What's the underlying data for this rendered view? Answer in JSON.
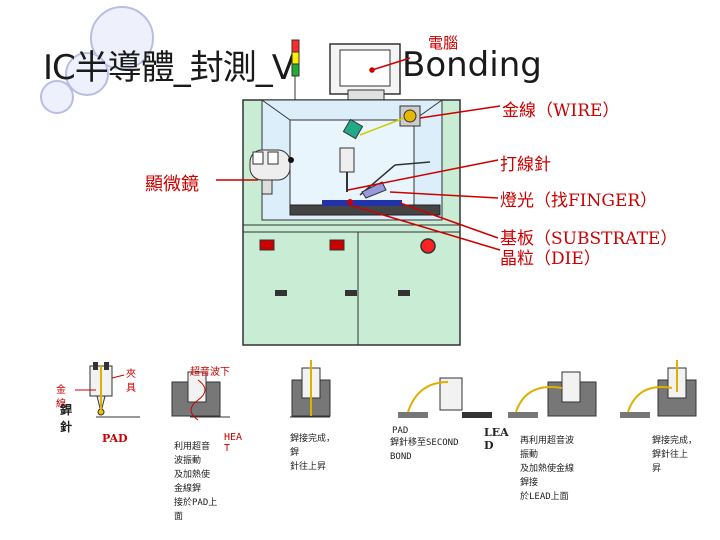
{
  "title": {
    "main": "IC半導體_封測_V",
    "suffix": "Bonding"
  },
  "labels": {
    "computer": "電腦",
    "wire": "金線（WIRE）",
    "needle": "打線針",
    "light": "燈光（找FINGER）",
    "substrate": "基板（SUBSTRATE）",
    "die": "晶粒（DIE）",
    "microscope": "顯微鏡"
  },
  "steps": {
    "clamp": "夾\n具",
    "gold": "金\n線",
    "weld_needle": "銲\n針",
    "pad1": "PAD",
    "ultrasonic": "超音波下",
    "heat": "HEA\nT",
    "s2_text": "利用超音\n波振動\n及加熱使\n金線銲\n接於PAD上\n面",
    "s3_text": "銲接完成，\n銲\n針往上昇",
    "pad2": "PAD",
    "s4_text": "銲針移至SECOND\nBOND",
    "lead": "LEA\nD",
    "s5_text": "再利用超音波\n振動\n及加熱使金線\n銲接\n於LEAD上面",
    "s6_text": "銲接完成，\n銲針往上\n昇"
  },
  "colors": {
    "machine": "#c8ecd4",
    "window": "#dbeefa",
    "accent": "#cc0000",
    "bullet": "#b9bde6"
  }
}
